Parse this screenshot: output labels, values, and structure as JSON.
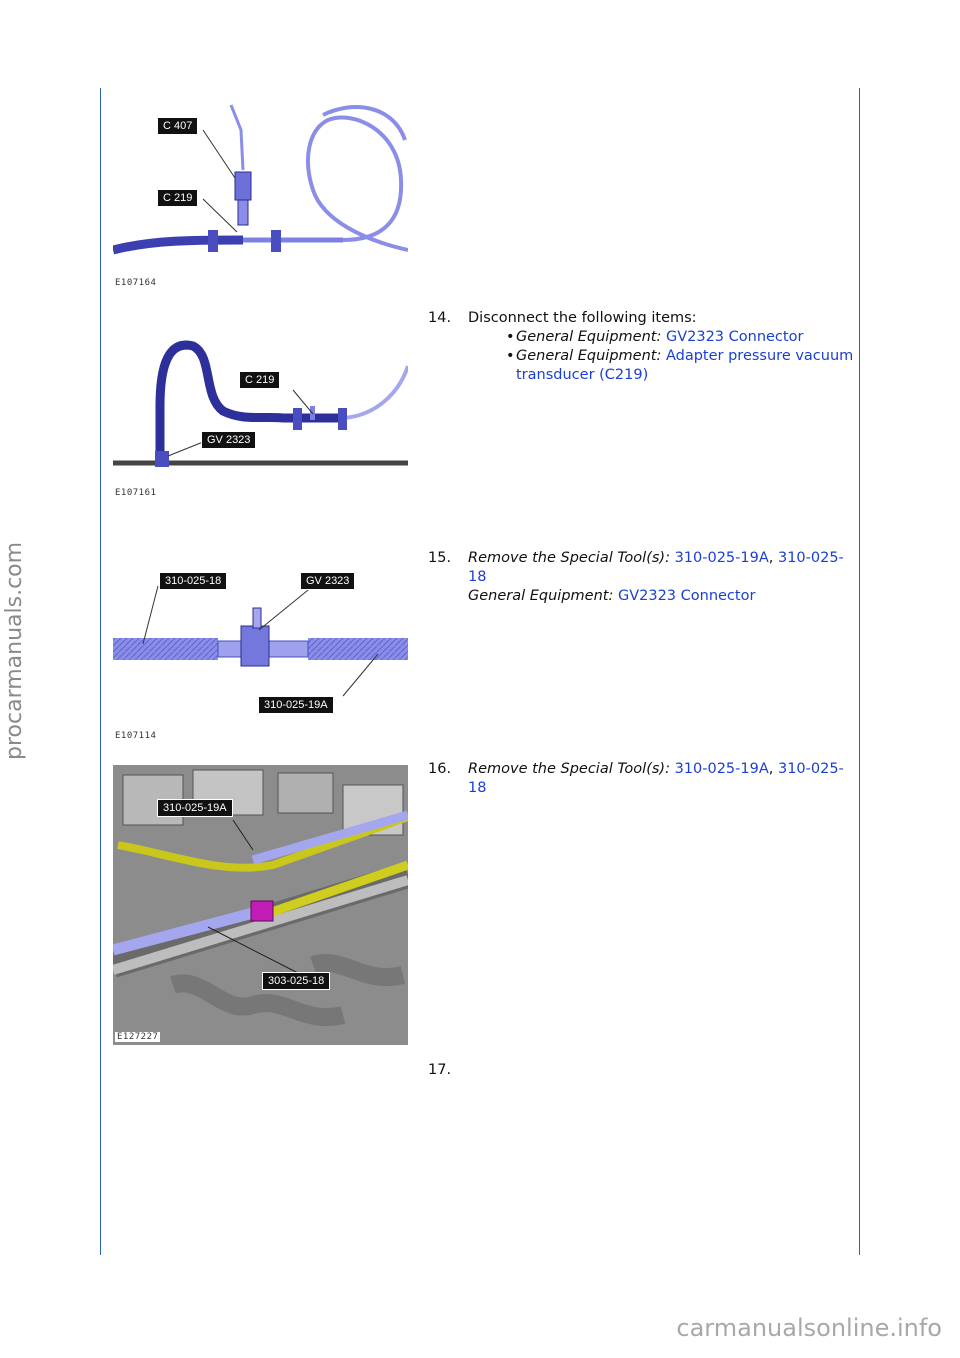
{
  "watermark_side": "procarmanuals.com",
  "watermark_bottom": "carmanualsonline.info",
  "figures": [
    {
      "id": "E107164",
      "callouts": [
        "C 407",
        "C 219"
      ]
    },
    {
      "id": "E107161",
      "callouts": [
        "C 219",
        "GV 2323"
      ]
    },
    {
      "id": "E107114",
      "callouts": [
        "310-025-18",
        "GV 2323",
        "310-025-19A"
      ]
    },
    {
      "id": "E127227",
      "callouts": [
        "310-025-19A",
        "303-025-18"
      ]
    }
  ],
  "steps": [
    {
      "number": "14.",
      "text": "Disconnect the following items:",
      "bullets": [
        {
          "label": "General Equipment:",
          "link": "GV2323 Connector"
        },
        {
          "label": "General Equipment:",
          "link": "Adapter pressure vacuum transducer (C219)"
        }
      ]
    },
    {
      "number": "15.",
      "label": "Remove the Special Tool(s):",
      "link1": "310-025-19A",
      "sep": ",",
      "link2": "310-025-18",
      "label2": "General Equipment:",
      "link3": "GV2323 Connector"
    },
    {
      "number": "16.",
      "label": "Remove the Special Tool(s):",
      "link1": "310-025-19A",
      "sep": ",",
      "link2": "310-025-18"
    },
    {
      "number": "17."
    }
  ],
  "colors": {
    "rule": "#2c62b0",
    "link": "#1a3fd4",
    "tube": "#5a5fd0",
    "yellow": "#d6d21c",
    "magenta": "#c21cb6"
  }
}
